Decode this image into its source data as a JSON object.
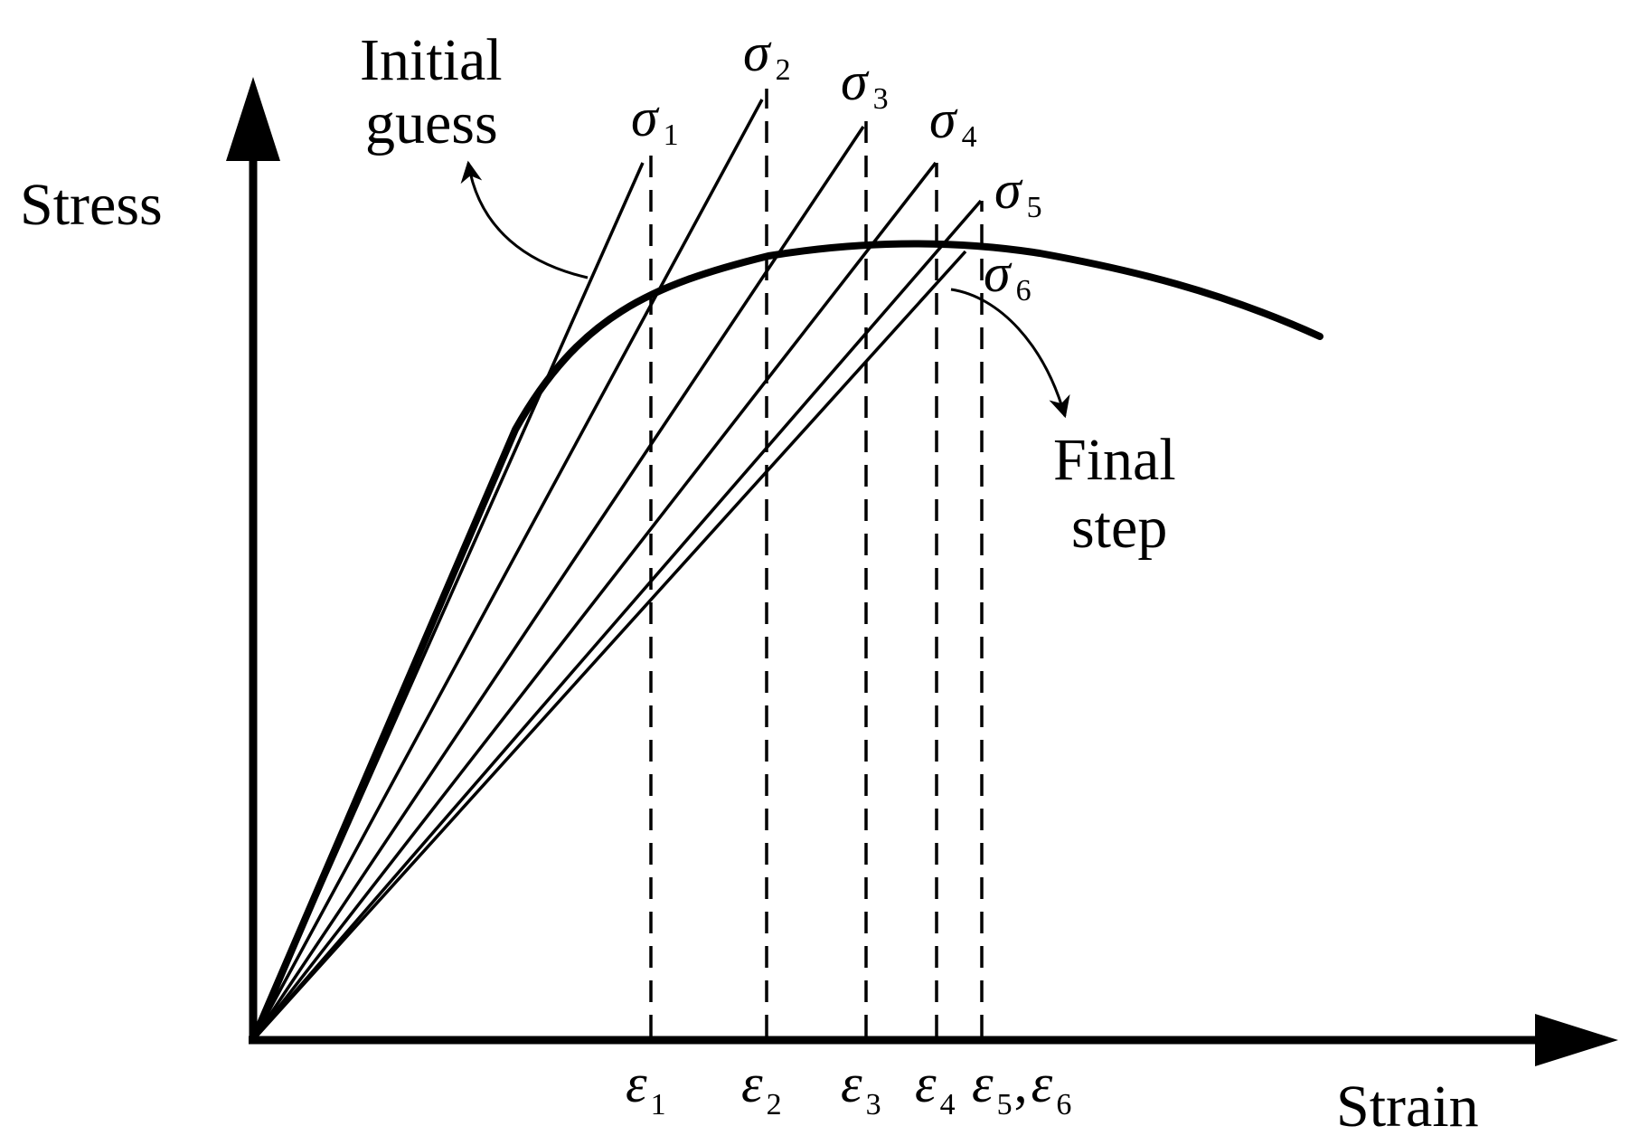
{
  "labels": {
    "y_axis": "Stress",
    "x_axis": "Strain",
    "initial_guess_line1": "Initial",
    "initial_guess_line2": "guess",
    "final_step_line1": "Final",
    "final_step_line2": "step"
  },
  "stress_symbols": [
    {
      "symbol": "σ",
      "subscript": "1"
    },
    {
      "symbol": "σ",
      "subscript": "2"
    },
    {
      "symbol": "σ",
      "subscript": "3"
    },
    {
      "symbol": "σ",
      "subscript": "4"
    },
    {
      "symbol": "σ",
      "subscript": "5"
    },
    {
      "symbol": "σ",
      "subscript": "6"
    }
  ],
  "strain_symbols": [
    {
      "symbol": "ε",
      "subscript": "1"
    },
    {
      "symbol": "ε",
      "subscript": "2"
    },
    {
      "symbol": "ε",
      "subscript": "3"
    },
    {
      "symbol": "ε",
      "subscript": "4"
    },
    {
      "symbol": "ε",
      "subscript": "5"
    },
    {
      "symbol": "ε",
      "subscript": "6"
    }
  ],
  "strain_separator": ",",
  "colors": {
    "ink": "#000000",
    "background": "#ffffff"
  }
}
